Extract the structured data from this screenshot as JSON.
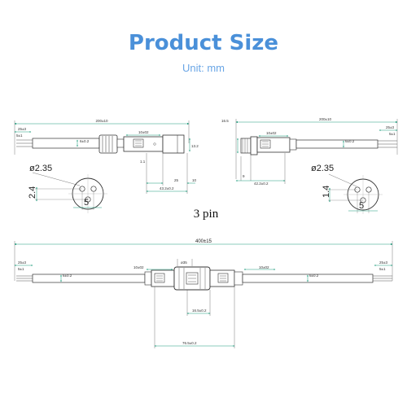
{
  "header": {
    "title": "Product Size",
    "unit": "Unit: mm"
  },
  "pin_label": "3 pin",
  "colors": {
    "title": "#4a90d9",
    "dimension": "#1a9a7a",
    "outline": "#333333"
  },
  "left_connector": {
    "overall_length": "200±10",
    "strip_length": "25±3",
    "strip_small": "5±1",
    "cable_diameter": "6±0.2",
    "body_length": "10±02",
    "body_height": "13.2",
    "thread_length": "1.1",
    "dim_25": "25",
    "dim_10": "10",
    "total_length": "43.2±0.2",
    "face_diameter": "ø2.35",
    "face_pitch_v": "2.4",
    "face_pitch_h": "5"
  },
  "right_connector": {
    "overall_length": "200±10",
    "strip_length": "25±3",
    "strip_small": "5±1",
    "cable_diameter": "6±0.2",
    "body_length": "10±02",
    "thread_height": "16.5",
    "thread_length": "9",
    "total_length": "42.2±0.2",
    "face_diameter": "ø2.35",
    "face_pitch_v": "1.4",
    "face_pitch_h": "5"
  },
  "assembly": {
    "overall_length": "400±15",
    "strip_length_left": "25±3",
    "strip_length_right": "25±3",
    "strip_small_left": "5±1",
    "strip_small_right": "5±1",
    "cable_diameter_left": "6±0.2",
    "cable_diameter_right": "6±0.2",
    "body_length_left": "10±02",
    "body_length_right": "10±02",
    "nut_diameter": "ø35",
    "mated_gap": "16.5±0.2",
    "mated_total": "76.5±0.2"
  }
}
